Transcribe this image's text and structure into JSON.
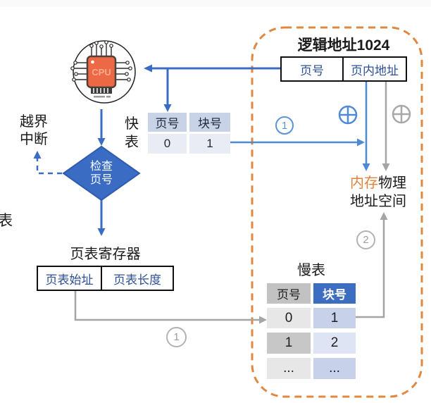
{
  "cpu": {
    "label": "CPU",
    "icon": "cpu-chip-icon"
  },
  "logical_address": {
    "title": "逻辑地址1024",
    "fields": [
      {
        "label": "页号"
      },
      {
        "label": "页内地址"
      }
    ]
  },
  "tlb": {
    "label_line1": "快",
    "label_line2": "表",
    "headers": [
      "页号",
      "块号"
    ],
    "rows": [
      [
        "0",
        "1"
      ]
    ]
  },
  "diamond": {
    "line1": "检查",
    "line2": "页号"
  },
  "interrupt": {
    "line1": "越界",
    "line2": "中断"
  },
  "page_table_register": {
    "title": "页表寄存器",
    "fields": [
      {
        "label": "页表始址"
      },
      {
        "label": "页表长度"
      }
    ]
  },
  "memory": {
    "highlight": "内存",
    "rest": "物理",
    "line2": "地址空间"
  },
  "slow_table": {
    "title": "慢表",
    "headers": [
      "页号",
      "块号"
    ],
    "rows": [
      [
        "0",
        "1"
      ],
      [
        "1",
        "2"
      ],
      [
        "...",
        "..."
      ]
    ]
  },
  "steps": {
    "one_blue": "1",
    "one_gray": "1",
    "two_gray": "2"
  },
  "edge_text": {
    "partial": "表"
  },
  "icons": [
    "cpu-chip-icon",
    "plus-circle-icon-blue",
    "plus-circle-icon-gray"
  ],
  "colors": {
    "primary_blue": "#3b6cc4",
    "light_blue": "#4e8ad6",
    "gray_line": "#a5a5a5",
    "orange_text": "#e0823c",
    "dashed_border_orange": "#e0883f",
    "navy_field_text": "#2d4f96",
    "diamond_fill": "#3a6cc4",
    "tlb_header_bg": "#c9d3e8",
    "tlb_row_bg": "#e9ecf4",
    "slow_header_gray": "#c2c2c2",
    "slow_header_blue": "#3d6dc0",
    "chip_orange": "#ed6845"
  }
}
